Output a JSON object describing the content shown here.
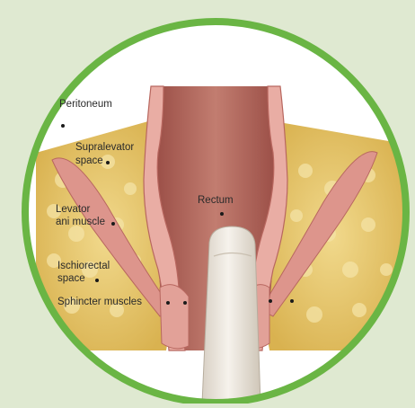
{
  "labels": {
    "peritoneum": "Peritoneum",
    "supralevator_line1": "Supralevator",
    "supralevator_line2": "space",
    "levator_line1": "Levator",
    "levator_line2": "ani muscle",
    "rectum": "Rectum",
    "ischiorectal_line1": "Ischiorectal",
    "ischiorectal_line2": "space",
    "sphincter": "Sphincter muscles"
  },
  "colors": {
    "background": "#dfe9d1",
    "ring": "#6ab544",
    "fat": "#e6c56a",
    "rectum_inner": "#b06a60",
    "rectal_wall": "#e7a9a0",
    "muscle": "#d98a82",
    "finger": "#ece6dc"
  }
}
